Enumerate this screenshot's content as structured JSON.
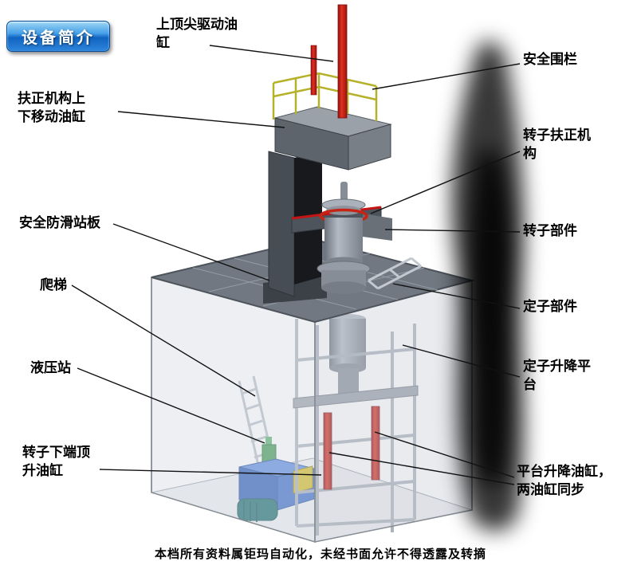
{
  "badge": {
    "label": "设备简介"
  },
  "labels": {
    "top_cylinder": "上顶尖驱动油缸",
    "safety_fence": "安全围栏",
    "centering_updown": "扶正机构上下移动油缸",
    "rotor_centering": "转子扶正机构",
    "antislip_board": "安全防滑站板",
    "rotor_part": "转子部件",
    "ladder": "爬梯",
    "stator_part": "定子部件",
    "hydraulic_station": "液压站",
    "stator_platform": "定子升降平台",
    "rotor_jack": "转子下端顶升油缸",
    "platform_cylinders": "平台升降油缸，两油缸同步"
  },
  "footer": {
    "text": "本档所有资料属钜玛自动化，未经书面允许不得透露及转摘"
  },
  "colors": {
    "badge_blue": "#1d6fd2",
    "cylinder_red": "#c41414",
    "pump_blue": "#2a5cb8",
    "railing_yellow": "#b5b22a",
    "platform_gray": "#717881",
    "label_text": "#000000"
  }
}
